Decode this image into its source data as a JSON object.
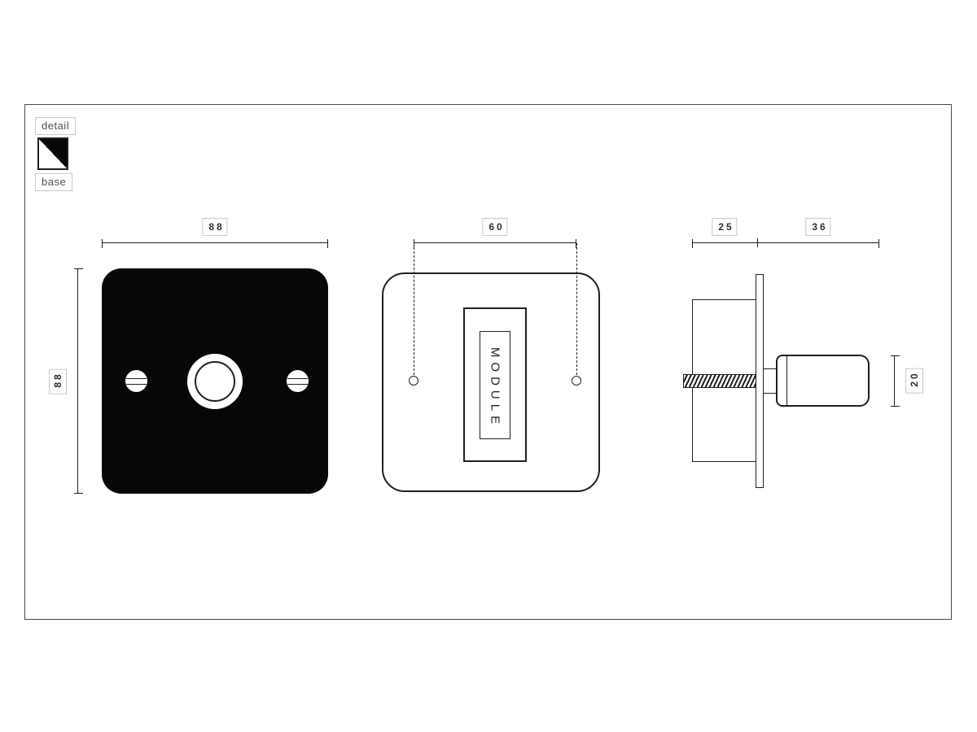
{
  "legend": {
    "detail_label": "detail",
    "base_label": "base"
  },
  "front_view": {
    "width_dim": "88",
    "height_dim": "88"
  },
  "base_view": {
    "hole_spacing_dim": "60",
    "module_label": "MODULE"
  },
  "side_view": {
    "box_depth_dim": "25",
    "knob_depth_dim": "36",
    "knob_height_dim": "20"
  },
  "colors": {
    "line": "#1f1f1f",
    "plate": "#070707",
    "bg": "#ffffff",
    "dim-border": "#c9c9c9",
    "dim-text": "#2e2e2e",
    "legend-text": "#4d4d4d",
    "frame": "#4a4a4a"
  }
}
